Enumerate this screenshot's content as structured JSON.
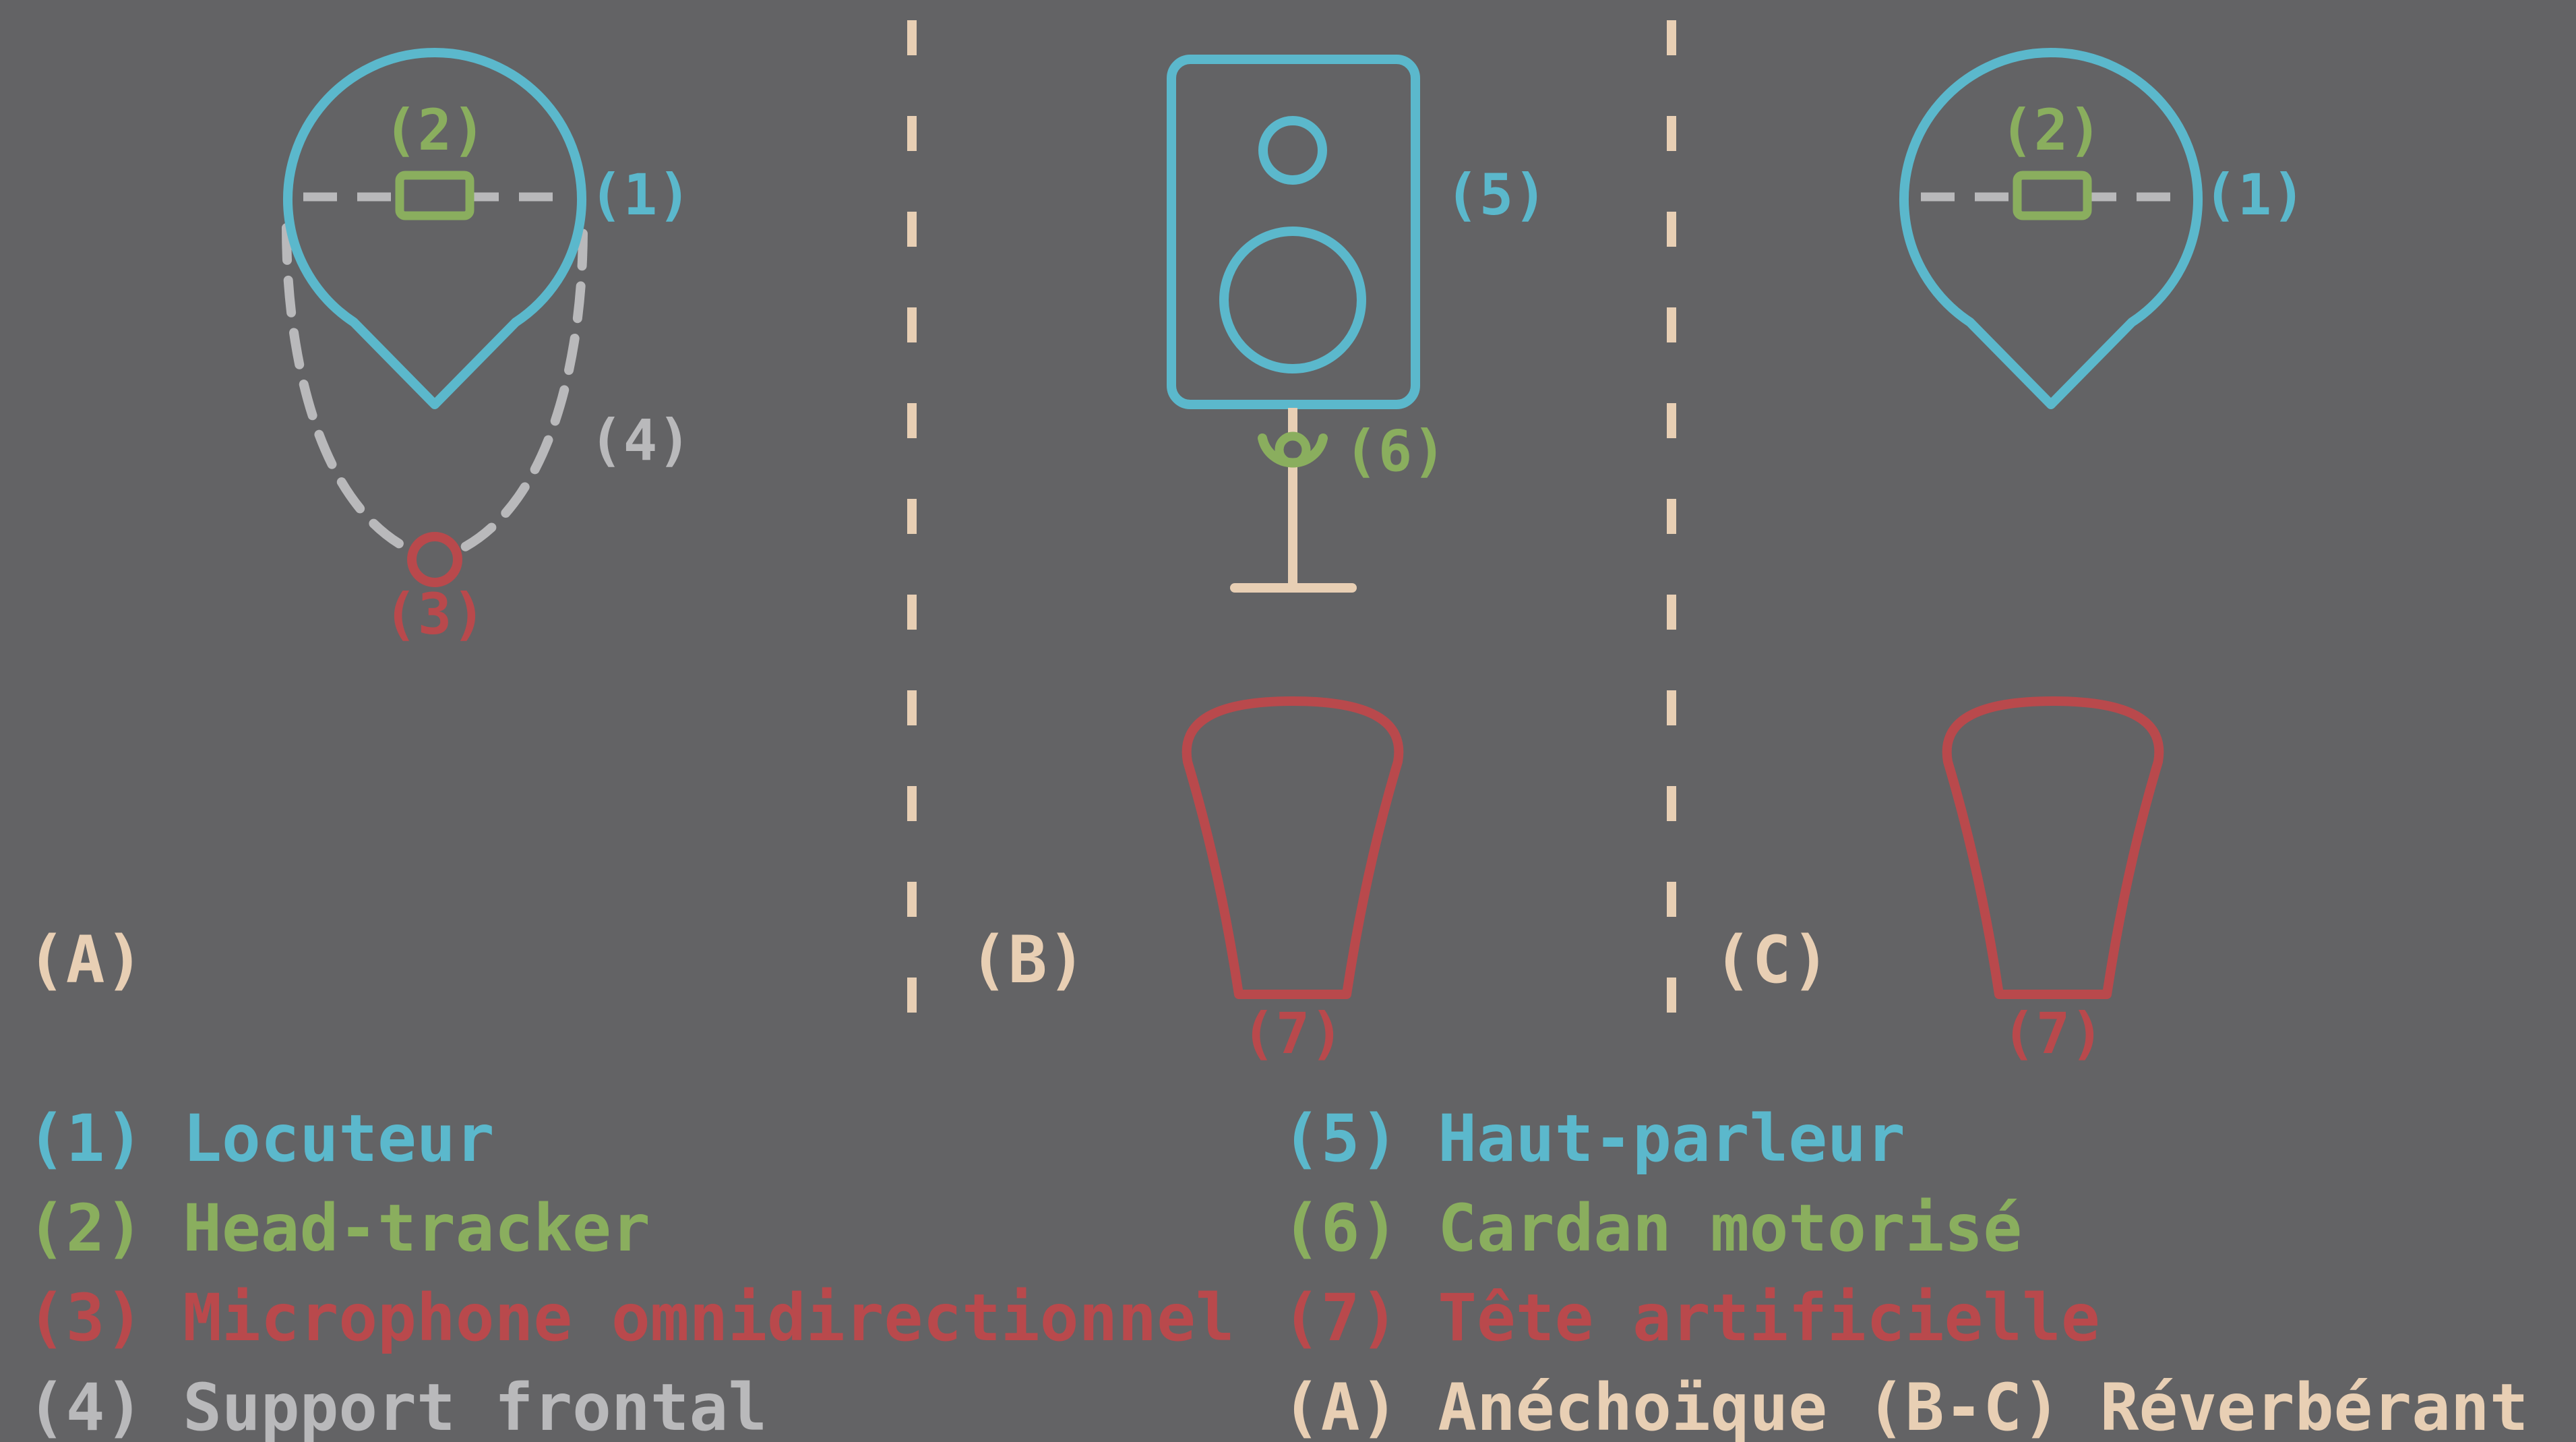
{
  "colors": {
    "background": "#636365",
    "blue": "#5bb8cc",
    "green": "#8aae5e",
    "red": "#b9494c",
    "gray": "#b9b9bb",
    "beige": "#e8cfb4"
  },
  "panels": {
    "a": "(A)",
    "b": "(B)",
    "c": "(C)"
  },
  "labels": {
    "n1": "(1)",
    "n2": "(2)",
    "n3": "(3)",
    "n4": "(4)",
    "n5": "(5)",
    "n6": "(6)",
    "n7": "(7)"
  },
  "legend": {
    "left": [
      {
        "num": "(1)",
        "text": "Locuteur",
        "color": "blue"
      },
      {
        "num": "(2)",
        "text": "Head-tracker",
        "color": "green"
      },
      {
        "num": "(3)",
        "text": "Microphone omnidirectionnel",
        "color": "red"
      },
      {
        "num": "(4)",
        "text": "Support frontal",
        "color": "gray"
      }
    ],
    "right": [
      {
        "num": "(5)",
        "text": "Haut-parleur",
        "color": "blue"
      },
      {
        "num": "(6)",
        "text": "Cardan motorisé",
        "color": "green"
      },
      {
        "num": "(7)",
        "text": "Tête artificielle",
        "color": "red"
      },
      {
        "num": "(A)",
        "text": "Anéchoïque",
        "num2": "(B-C)",
        "text2": "Réverbérant",
        "color": "beige"
      }
    ]
  }
}
